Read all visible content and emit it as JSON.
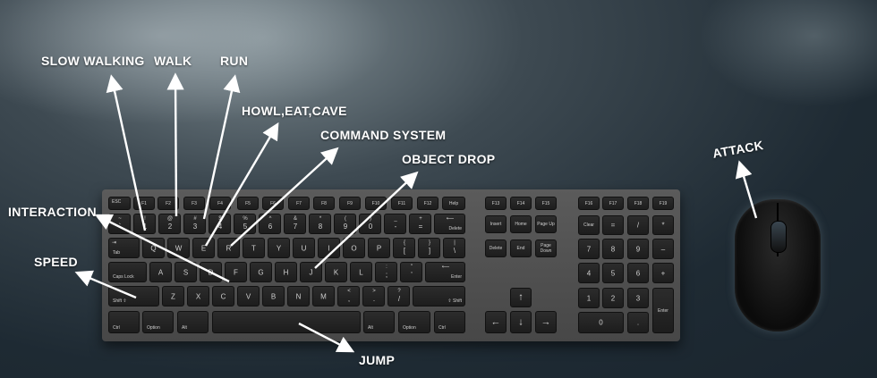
{
  "annotations": {
    "slow_walking": "SLOW WALKING",
    "walk": "WALK",
    "run": "RUN",
    "howl_eat_cave": "HOWL,EAT,CAVE",
    "command_system": "COMMAND SYSTEM",
    "object_drop": "OBJECT DROP",
    "interaction": "INTERACTION",
    "speed": "SPEED",
    "jump": "JUMP",
    "attack": "ATTACK"
  },
  "keyboard": {
    "fn_row": [
      "ESC",
      "F1",
      "F2",
      "F3",
      "F4",
      "F5",
      "F6",
      "F7",
      "F8",
      "F9",
      "F10",
      "F11",
      "F12",
      "Help"
    ],
    "fn_row_mid": [
      "F13",
      "F14",
      "F15"
    ],
    "fn_row_num": [
      "F16",
      "F17",
      "F18",
      "F19"
    ],
    "number_row": [
      {
        "top": "~",
        "bottom": "`"
      },
      {
        "top": "!",
        "bottom": "1"
      },
      {
        "top": "@",
        "bottom": "2"
      },
      {
        "top": "#",
        "bottom": "3"
      },
      {
        "top": "$",
        "bottom": "4"
      },
      {
        "top": "%",
        "bottom": "5"
      },
      {
        "top": "^",
        "bottom": "6"
      },
      {
        "top": "&",
        "bottom": "7"
      },
      {
        "top": "*",
        "bottom": "8"
      },
      {
        "top": "(",
        "bottom": "9"
      },
      {
        "top": ")",
        "bottom": "0"
      },
      {
        "top": "_",
        "bottom": "-"
      },
      {
        "top": "+",
        "bottom": "="
      }
    ],
    "delete": "Delete",
    "tab": "Tab",
    "qwerty": [
      "Q",
      "W",
      "E",
      "R",
      "T",
      "Y",
      "U",
      "I",
      "O",
      "P"
    ],
    "brackets": [
      {
        "top": "{",
        "bottom": "["
      },
      {
        "top": "}",
        "bottom": "]"
      },
      {
        "top": "|",
        "bottom": "\\"
      }
    ],
    "caps_lock": "Caps Lock",
    "asdf": [
      "A",
      "S",
      "D",
      "F",
      "G",
      "H",
      "J",
      "K",
      "L"
    ],
    "semi": [
      {
        "top": ":",
        "bottom": ";"
      },
      {
        "top": "\"",
        "bottom": "'"
      }
    ],
    "enter": "Enter",
    "shift": "Shift",
    "zxcv": [
      "Z",
      "X",
      "C",
      "V",
      "B",
      "N",
      "M"
    ],
    "punct": [
      {
        "top": "<",
        "bottom": ","
      },
      {
        "top": ">",
        "bottom": "."
      },
      {
        "top": "?",
        "bottom": "/"
      }
    ],
    "ctrl": "Ctrl",
    "option": "Option",
    "alt": "Alt",
    "nav": [
      "Insert",
      "Home",
      "Page Up",
      "Delete",
      "End",
      "Page Down"
    ],
    "numpad": {
      "clear": "Clear",
      "eq": "=",
      "div": "/",
      "mul": "*",
      "r2": [
        "7",
        "8",
        "9",
        "–"
      ],
      "r3": [
        "4",
        "5",
        "6",
        "+"
      ],
      "r4": [
        "1",
        "2",
        "3"
      ],
      "zero": "0",
      "dot": ".",
      "enter": "Enter"
    },
    "arrows": {
      "up": "↑",
      "left": "←",
      "down": "↓",
      "right": "→"
    }
  },
  "colors": {
    "annotation_text": "#ffffff",
    "arrow": "#ffffff",
    "key": "#1f1f1f",
    "keyboard_body": "#505050"
  }
}
